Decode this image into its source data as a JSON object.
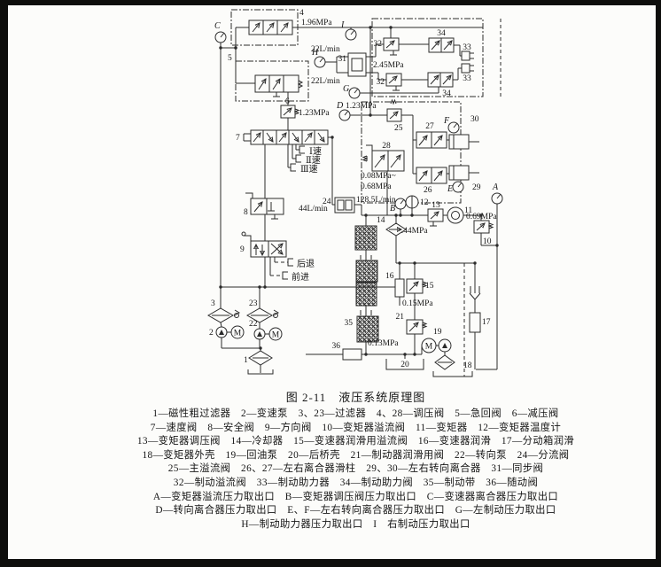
{
  "caption": {
    "title": "图 2-11　液压系统原理图",
    "lines": [
      "1—磁性粗过滤器　2—变速泵　3、23—过滤器　4、28—调压阀　5—急回阀　6—减压阀",
      "7—速度阀　8—安全阀　9—方向阀　10—变矩器溢流阀　11—变矩器　12—变矩器温度计",
      "13—变矩器调压阀　14—冷却器　15—变速器润滑用溢流阀　16—变速器润滑　17—分动箱润滑",
      "18—变矩器外壳　19—回油泵　20—后桥壳　21—制动器润滑用阀　22—转向泵　24—分流阀",
      "25—主溢流阀　26、27—左右离合器滑柱　29、30—左右转向离合器　31—同步阀",
      "32—制动溢流阀　33—制动助力器　34—制动助力阀　35—制动带　36—随动阀",
      "A—变矩器溢流压力取出口　B—变矩器调压阀压力取出口　C—变速器离合器压力取出口",
      "D—转向离合器压力取出口　E、F—左右转向离合器压力取出口　G—左制动压力取出口",
      "H—制动助力器压力取出口　I　右制动压力取出口"
    ]
  },
  "diagram": {
    "numbers": {
      "n1": "1",
      "n2": "2",
      "n3": "3",
      "n4": "4",
      "n5": "5",
      "n6": "6",
      "n7": "7",
      "n8": "8",
      "n9": "9",
      "n10": "10",
      "n11": "11",
      "n12": "12",
      "n13": "13",
      "n14": "14",
      "n15": "15",
      "n16": "16",
      "n17": "17",
      "n18": "18",
      "n19": "19",
      "n20": "20",
      "n21": "21",
      "n22": "22",
      "n23": "23",
      "n24": "24",
      "n25": "25",
      "n26": "26",
      "n27": "27",
      "n28": "28",
      "n29": "29",
      "n30": "30",
      "n31": "31",
      "n32a": "32",
      "n32b": "32",
      "n33a": "33",
      "n33b": "33",
      "n34a": "34",
      "n34b": "34",
      "n35": "35",
      "n36": "36"
    },
    "ports": {
      "a": "A",
      "b": "B",
      "c": "C",
      "d": "D",
      "e": "E",
      "f": "F",
      "g": "G",
      "h": "H",
      "i": "I"
    },
    "pressures": {
      "main_regulator": "1.96MPa",
      "brake_booster": "2.45MPa",
      "reducing": "1.23MPa",
      "steering": "1.23MPa",
      "clutch_low": "0.08MPa~",
      "clutch_high": "0.68MPa",
      "converter_inlet": "0.44MPa",
      "converter_relief": "0.69MPa",
      "lube_relief": "0.15MPa",
      "brake_lube": "0.13MPa"
    },
    "flows": {
      "left_22": "22L/min",
      "right_22": "22L/min",
      "divider_44": "44L/min",
      "divider_128": "128.5L/min"
    },
    "speeds": {
      "s1": "Ⅰ速",
      "s2": "Ⅱ速",
      "s3": "Ⅲ速"
    },
    "directions": {
      "reverse": "后退",
      "forward": "前进"
    },
    "motor": "M"
  }
}
